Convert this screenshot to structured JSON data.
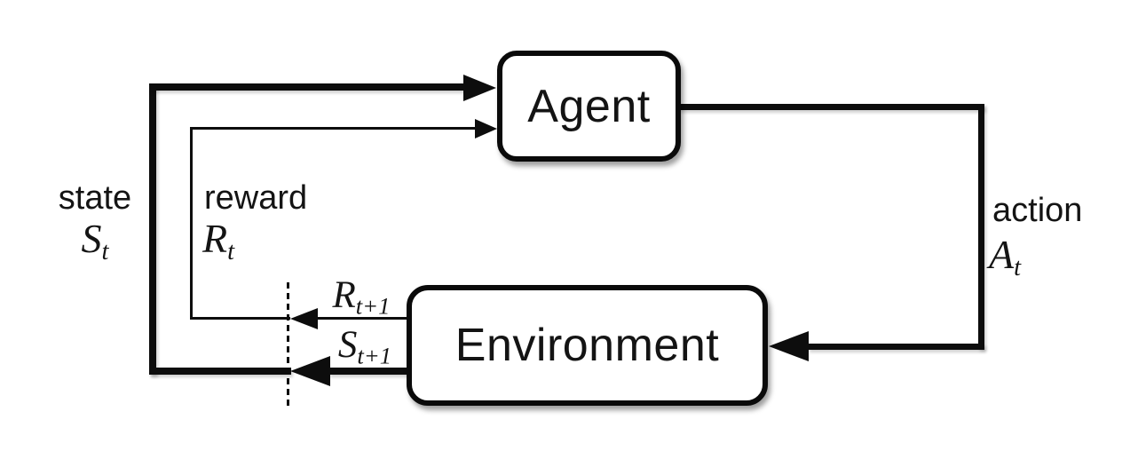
{
  "diagram": {
    "description": "Reinforcement learning agent-environment interaction loop",
    "agent_box": {
      "label": "Agent"
    },
    "environment_box": {
      "label": "Environment"
    },
    "state_label": {
      "word": "state",
      "symbol": "S",
      "subscript": "t"
    },
    "reward_label": {
      "word": "reward",
      "symbol": "R",
      "subscript": "t"
    },
    "action_label": {
      "word": "action",
      "symbol": "A",
      "subscript": "t"
    },
    "next_reward_label": {
      "symbol": "R",
      "subscript": "t+1"
    },
    "next_state_label": {
      "symbol": "S",
      "subscript": "t+1"
    },
    "colors": {
      "line": "#0d0d0d",
      "box_border": "#0a0a0a",
      "box_fill": "#ffffff",
      "background": "#ffffff",
      "text": "#141414"
    }
  }
}
